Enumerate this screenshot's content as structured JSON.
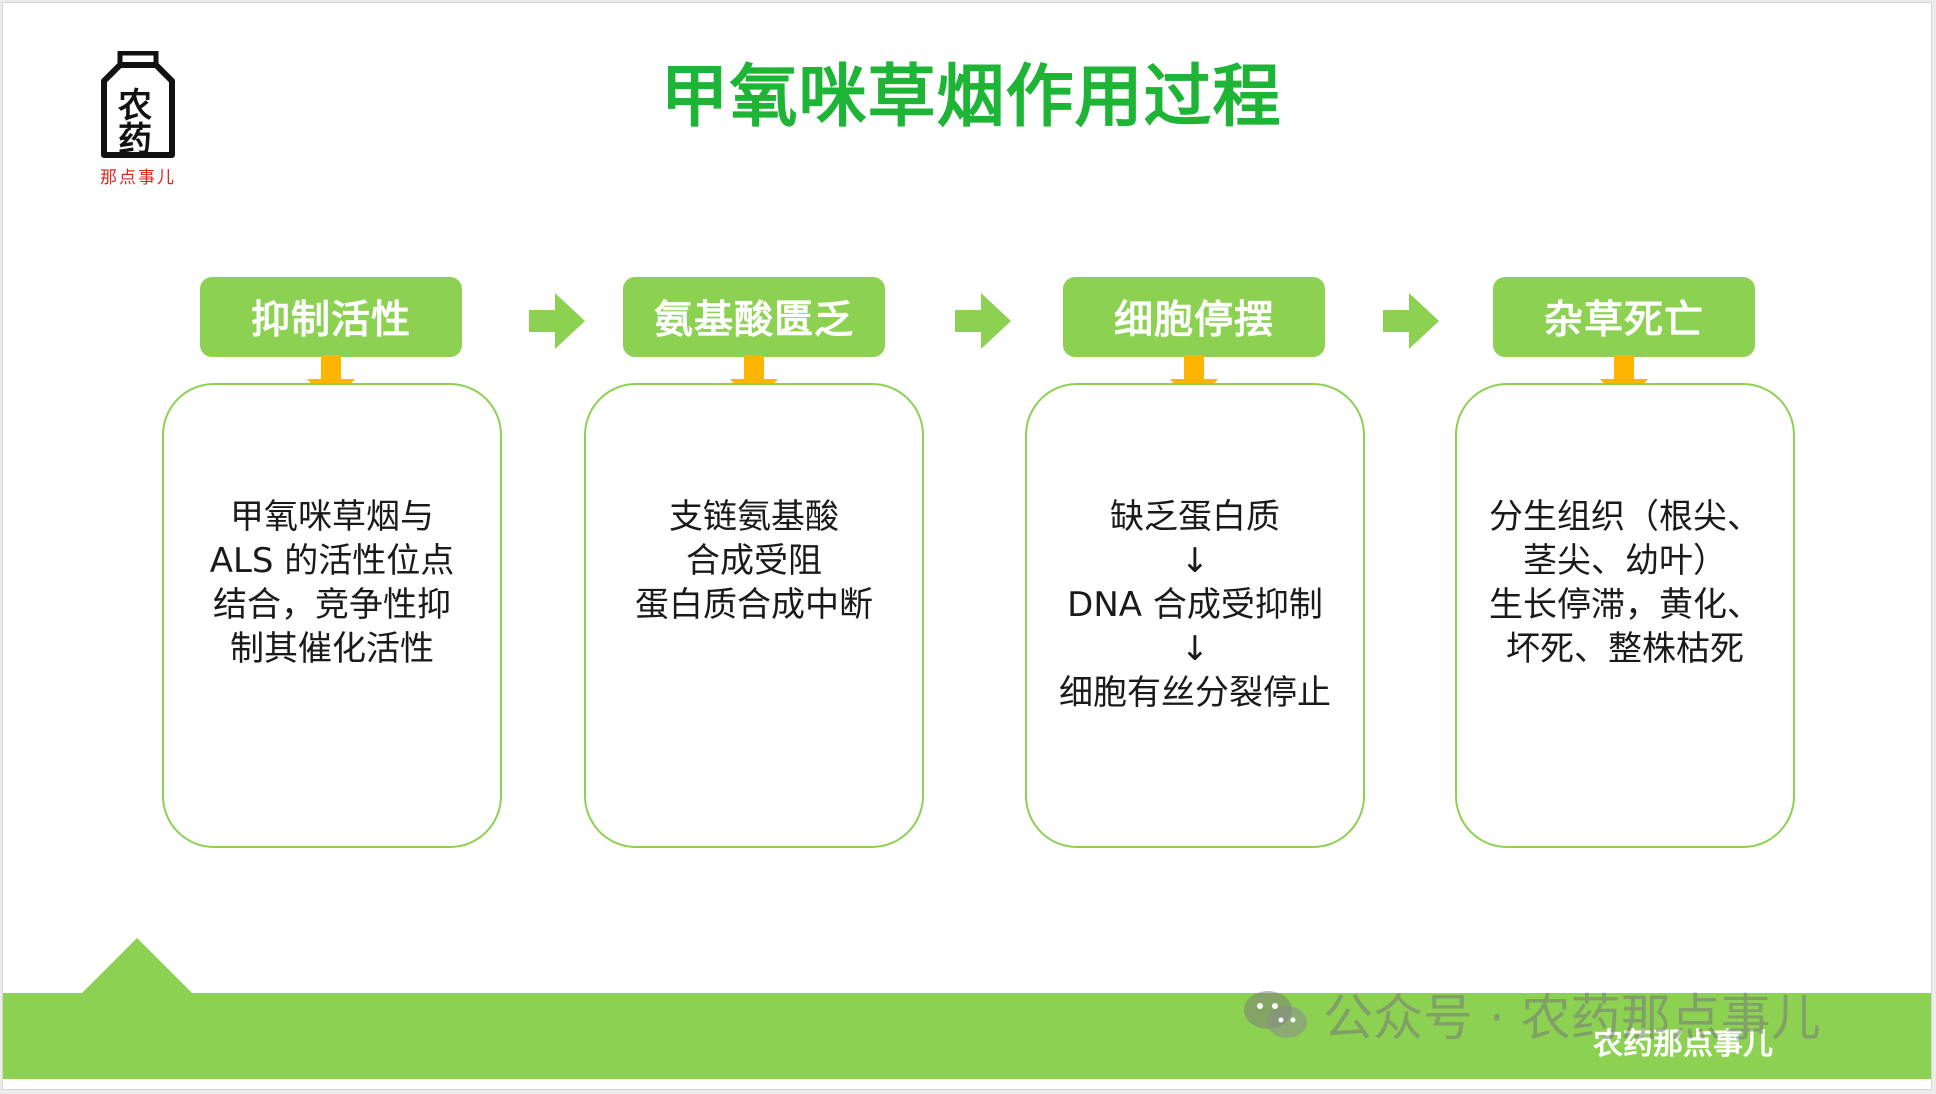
{
  "title": "甲氧咪草烟作用过程",
  "logo": {
    "main_top": "农",
    "main_bottom": "药",
    "subtitle": "那点事儿"
  },
  "steps": [
    {
      "label": "抑制活性",
      "lines": [
        "甲氧咪草烟与",
        "ALS 的活性位点",
        "结合，竞争性抑",
        "制其催化活性"
      ]
    },
    {
      "label": "氨基酸匮乏",
      "lines": [
        "支链氨基酸",
        "合成受阻",
        "蛋白质合成中断"
      ]
    },
    {
      "label": "细胞停摆",
      "lines": [
        "缺乏蛋白质",
        "↓",
        "DNA 合成受抑制",
        "↓",
        "细胞有丝分裂停止"
      ]
    },
    {
      "label": "杂草死亡",
      "lines": [
        "分生组织（根尖、",
        "茎尖、幼叶）",
        "生长停滞，黄化、",
        "坏死、整株枯死"
      ]
    }
  ],
  "footer": {
    "label": "农药那点事儿"
  },
  "watermark": {
    "text": "公众号 · 农药那点事儿",
    "icon": "wechat-icon"
  },
  "colors": {
    "title": "#1eb436",
    "accent": "#8dd153",
    "arrow_down": "#ffb400",
    "text": "#1a1a1a"
  }
}
